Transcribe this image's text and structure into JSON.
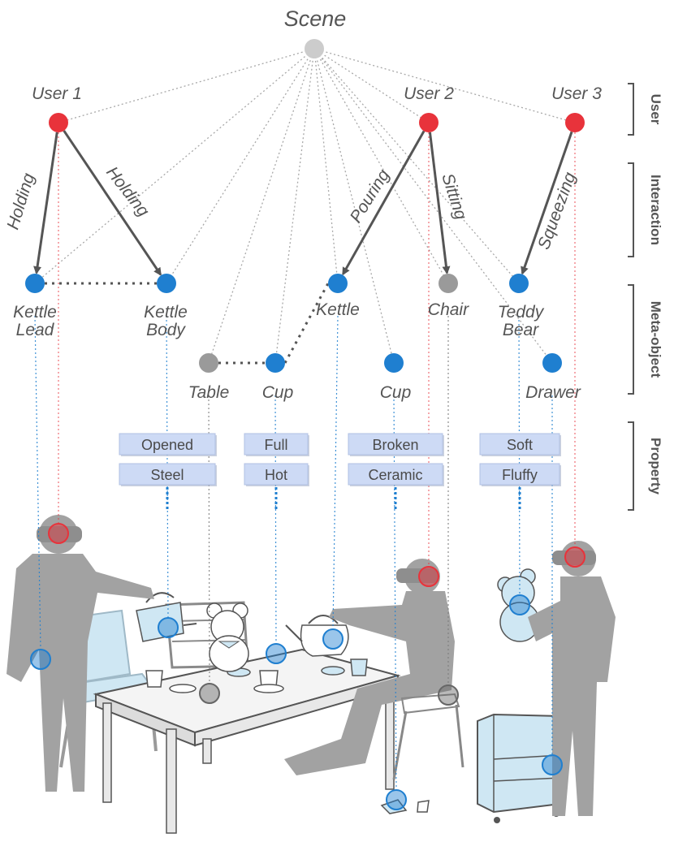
{
  "colors": {
    "user": "#e8333b",
    "object": "#1f7fd0",
    "static_object": "#9a9a9a",
    "scene": "#cccccc",
    "text": "#555555",
    "property_box": "#cddaf5",
    "figure": "#9e9e9e",
    "furniture_blue": "#cfe7f3"
  },
  "scene": {
    "label": "Scene"
  },
  "users": [
    {
      "id": "u1",
      "label": "User 1"
    },
    {
      "id": "u2",
      "label": "User 2"
    },
    {
      "id": "u3",
      "label": "User 3"
    }
  ],
  "objects": [
    {
      "id": "kettle_lead",
      "label": [
        "Kettle",
        "Lead"
      ],
      "kind": "object"
    },
    {
      "id": "kettle_body",
      "label": [
        "Kettle",
        "Body"
      ],
      "kind": "object"
    },
    {
      "id": "kettle",
      "label": [
        "Kettle"
      ],
      "kind": "object"
    },
    {
      "id": "chair",
      "label": [
        "Chair"
      ],
      "kind": "static"
    },
    {
      "id": "teddy_bear",
      "label": [
        "Teddy",
        "Bear"
      ],
      "kind": "object"
    },
    {
      "id": "table",
      "label": [
        "Table"
      ],
      "kind": "static"
    },
    {
      "id": "cup1",
      "label": [
        "Cup"
      ],
      "kind": "object"
    },
    {
      "id": "cup2",
      "label": [
        "Cup"
      ],
      "kind": "object"
    },
    {
      "id": "drawer",
      "label": [
        "Drawer"
      ],
      "kind": "object"
    }
  ],
  "interactions": [
    {
      "from": "u1",
      "to": "kettle_lead",
      "label": "Holding"
    },
    {
      "from": "u1",
      "to": "kettle_body",
      "label": "Holding"
    },
    {
      "from": "u2",
      "to": "kettle",
      "label": "Pouring"
    },
    {
      "from": "u2",
      "to": "chair",
      "label": "Sitting"
    },
    {
      "from": "u3",
      "to": "teddy_bear",
      "label": "Squeezing"
    }
  ],
  "properties": [
    {
      "object": "kettle_body",
      "values": [
        "Opened",
        "Steel"
      ]
    },
    {
      "object": "cup1",
      "values": [
        "Full",
        "Hot"
      ]
    },
    {
      "object": "cup2",
      "values": [
        "Broken",
        "Ceramic"
      ]
    },
    {
      "object": "teddy_bear",
      "values": [
        "Soft",
        "Fluffy"
      ]
    }
  ],
  "categories": [
    "User",
    "Interaction",
    "Meta-object",
    "Property"
  ]
}
